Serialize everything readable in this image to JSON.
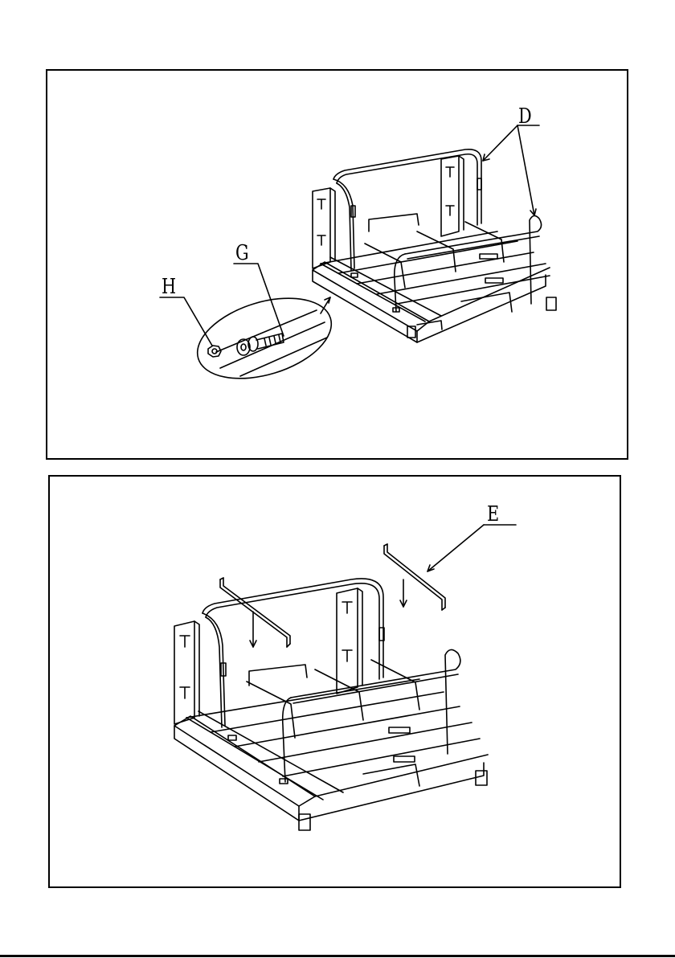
{
  "diagram": {
    "step1": {
      "callouts": {
        "d": "D",
        "g": "G",
        "h": "H"
      }
    },
    "step2": {
      "callouts": {
        "e": "E"
      }
    }
  },
  "colors": {
    "line": "#000000",
    "background": "#ffffff"
  }
}
